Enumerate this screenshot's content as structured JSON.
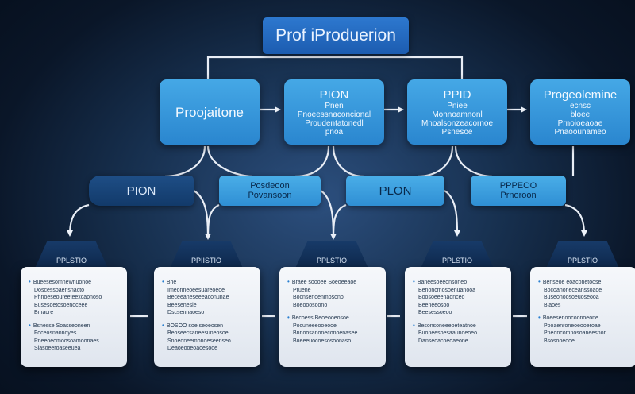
{
  "title": "Prof iProduerion",
  "processes": [
    {
      "title": "Proojaitone",
      "lines": []
    },
    {
      "title": "PION",
      "lines": [
        "Pnen",
        "Pnoeessnaconcional",
        "Proudentatonedl",
        "pnoa"
      ]
    },
    {
      "title": "PPID",
      "lines": [
        "Pniee",
        "Monnoamnonl",
        "Mnoalsonzeacornoe",
        "Psnesoe"
      ]
    },
    {
      "title": "Progeolemine",
      "lines": [
        "ecnsc",
        "bloee",
        "Prnoioeaoae",
        "Pnaoounameo"
      ]
    }
  ],
  "connectors": [
    {
      "lines": [
        "PION"
      ]
    },
    {
      "lines": [
        "Posdeoon",
        "Povansoon"
      ]
    },
    {
      "lines": [
        "PLON"
      ]
    },
    {
      "lines": [
        "PPPEOO",
        "Prnoroon"
      ]
    }
  ],
  "cards": [
    {
      "tab": "PPLSTIO",
      "items": [
        {
          "t": "Bueesesomnewnuonoe",
          "s": "b"
        },
        {
          "t": "Doscessoaensnacto",
          "s": "i"
        },
        {
          "t": "Phnoeseoureeteexcapnoso",
          "s": "i"
        },
        {
          "t": "Busesoetosoenoceee",
          "s": "i"
        },
        {
          "t": "Bmacre",
          "s": "i"
        },
        {
          "t": "Bsnesse Soasseoneen",
          "s": "b gap"
        },
        {
          "t": "Foceosnannoyes",
          "s": "i"
        },
        {
          "t": "Pneeoeomoosoamoonaes",
          "s": "i"
        },
        {
          "t": "Siasoeeroaseeuea",
          "s": "i"
        }
      ]
    },
    {
      "tab": "PPIISTIO",
      "items": [
        {
          "t": "Bhe",
          "s": "b"
        },
        {
          "t": "Imeonneoeesuareoeoe",
          "s": "i"
        },
        {
          "t": "Beceeaneseeeaconunae",
          "s": "i"
        },
        {
          "t": "Beesenesie",
          "s": "i"
        },
        {
          "t": "Dscsennaoeso",
          "s": "i"
        },
        {
          "t": "BOSOO soe seoeosen",
          "s": "b gap"
        },
        {
          "t": "Beoseecsaneesuneosoe",
          "s": "i"
        },
        {
          "t": "Snoeoneemonoeseenseo",
          "s": "i"
        },
        {
          "t": "Deaoeooeoaoesooe",
          "s": "i"
        }
      ]
    },
    {
      "tab": "PPLSTIO",
      "items": [
        {
          "t": "Braee soooee Soeoeeaoe",
          "s": "b"
        },
        {
          "t": "Pruene",
          "s": "i"
        },
        {
          "t": "Bocnsenoenmosono",
          "s": "i"
        },
        {
          "t": "Boeooosoono",
          "s": "i"
        },
        {
          "t": "Becoess Beoeooeosoe",
          "s": "b gap"
        },
        {
          "t": "Pocuneeeooeooe",
          "s": "i"
        },
        {
          "t": "Bnnoosanoneconoenasee",
          "s": "i"
        },
        {
          "t": "Bueeeuocoesosoonaso",
          "s": "i"
        }
      ]
    },
    {
      "tab": "PPLSTIO",
      "items": [
        {
          "t": "Baneesoeeonsoneo",
          "s": "b"
        },
        {
          "t": "Benoncmosoenuanooa",
          "s": "i"
        },
        {
          "t": "Boosoeeenaonceo",
          "s": "i"
        },
        {
          "t": "Beeneeosoo",
          "s": "i"
        },
        {
          "t": "Beesessoeoo",
          "s": "i"
        },
        {
          "t": "Besonsoneeeoeteatnoe",
          "s": "b gap"
        },
        {
          "t": "Buoneesoesaaunoeoeo",
          "s": "i"
        },
        {
          "t": "Danseoacoeoaeone",
          "s": "i"
        }
      ]
    },
    {
      "tab": "PPLSTIO",
      "items": [
        {
          "t": "Benseoe eoaconetoose",
          "s": "b"
        },
        {
          "t": "Bocoanoneceanssoaoe",
          "s": "i"
        },
        {
          "t": "Buseonoosoeuoseooa",
          "s": "i"
        },
        {
          "t": "Biaoes",
          "s": "i"
        },
        {
          "t": "Boeesenoocoonoeone",
          "s": "b gap"
        },
        {
          "t": "Pooaenroneoeooeroae",
          "s": "i"
        },
        {
          "t": "Pneoncomnosoaneesnon",
          "s": "i"
        },
        {
          "t": "Bsosooeooe",
          "s": "i"
        }
      ]
    }
  ]
}
